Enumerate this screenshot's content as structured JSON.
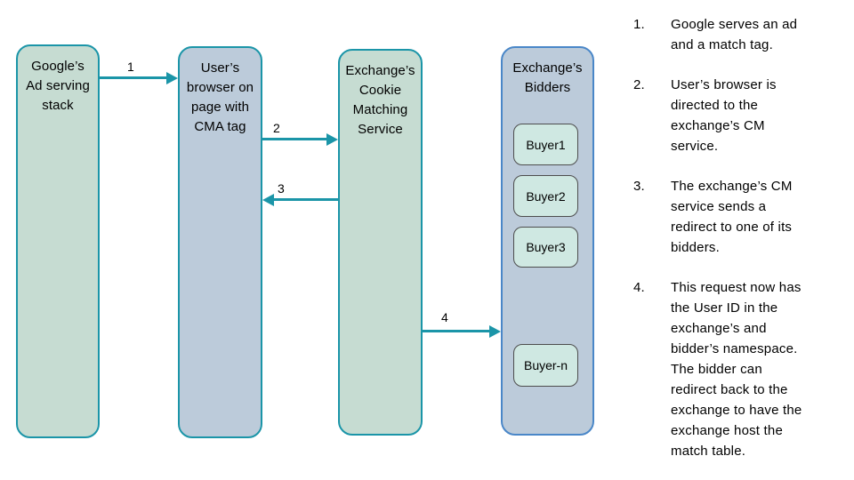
{
  "diagram": {
    "nodes": [
      {
        "id": "google-ad-serving-stack",
        "label": "Google’s\nAd serving\nstack"
      },
      {
        "id": "users-browser",
        "label": "User’s\nbrowser on\npage with\nCMA tag"
      },
      {
        "id": "exchange-cookie-matching-service",
        "label": "Exchange’s\nCookie\nMatching\nService"
      },
      {
        "id": "exchange-bidders",
        "label": "Exchange’s\nBidders"
      }
    ],
    "buyers": [
      "Buyer1",
      "Buyer2",
      "Buyer3",
      "Buyer-n"
    ],
    "arrows": [
      {
        "label": "1",
        "from": "google-ad-serving-stack",
        "to": "users-browser",
        "direction": "right"
      },
      {
        "label": "2",
        "from": "users-browser",
        "to": "exchange-cookie-matching-service",
        "direction": "right"
      },
      {
        "label": "3",
        "from": "exchange-cookie-matching-service",
        "to": "users-browser",
        "direction": "left"
      },
      {
        "label": "4",
        "from": "exchange-cookie-matching-service",
        "to": "exchange-bidders",
        "direction": "right"
      }
    ]
  },
  "steps": [
    {
      "num": "1.",
      "text": "Google serves an ad\nand a match tag."
    },
    {
      "num": "2.",
      "text": "User’s browser is\ndirected to the\nexchange’s CM\nservice."
    },
    {
      "num": "3.",
      "text": "The exchange’s CM\nservice sends a\nredirect to one of its\nbidders."
    },
    {
      "num": "4.",
      "text": "This request now has\nthe User ID in the\nexchange’s and\nbidder’s namespace.\nThe bidder can\nredirect back to the\nexchange to have the\nexchange host the\nmatch table."
    }
  ],
  "colors": {
    "accent_teal": "#1b95a8",
    "node_green_fill": "#c6dcd2",
    "node_blue_fill": "#bccbda",
    "bidders_border_blue": "#4a87c8",
    "buyer_fill": "#cfe8e2",
    "buyer_border": "#4d4d4d",
    "text_color": "#000000"
  }
}
